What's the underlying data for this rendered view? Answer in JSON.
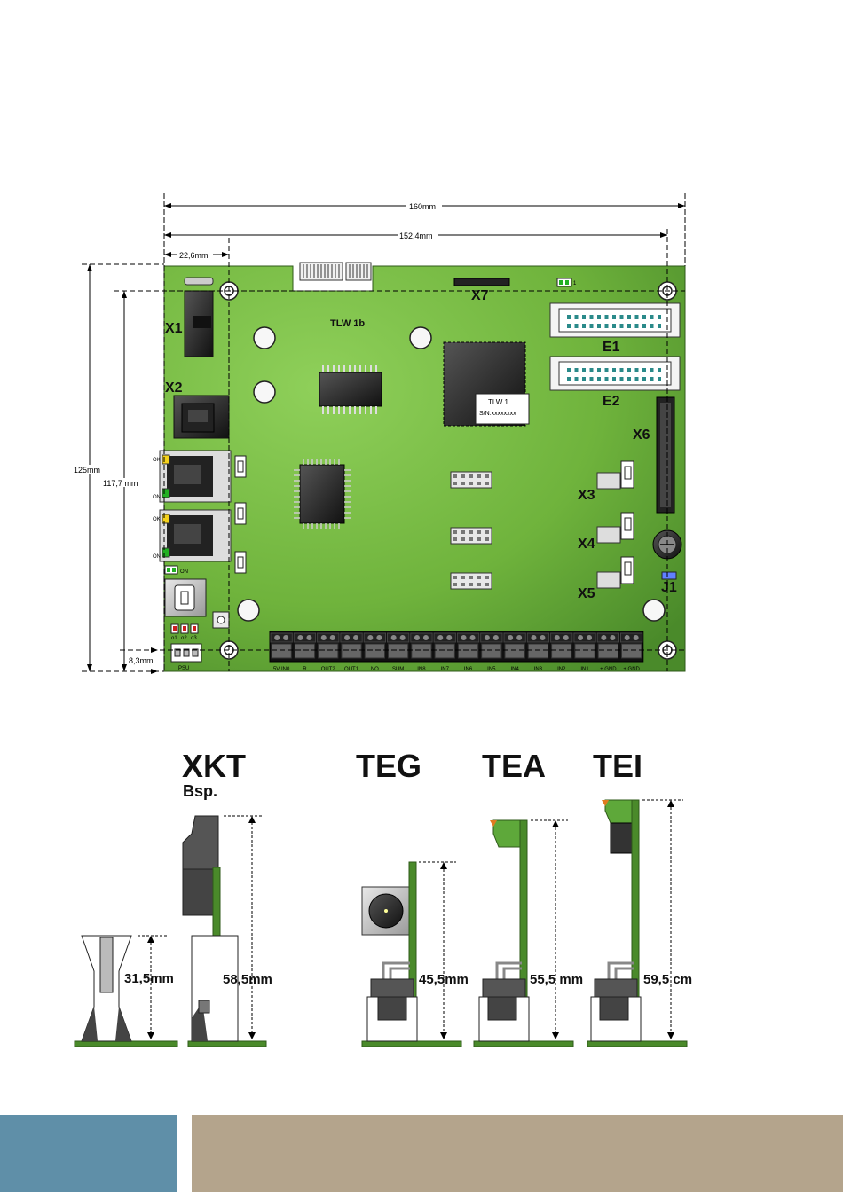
{
  "board": {
    "name": "TLW 1b",
    "chip_label_line1": "TLW 1",
    "chip_label_line2": "S/N:xxxxxxxx",
    "connectors": {
      "x1": "X1",
      "x2": "X2",
      "x3": "X3",
      "x4": "X4",
      "x5": "X5",
      "x6": "X6",
      "x7": "X7",
      "e1": "E1",
      "e2": "E2",
      "j1": "J1"
    },
    "psu_label": "PSU",
    "led_labels": [
      "o1",
      "o2",
      "o3"
    ],
    "rj_led_labels": [
      "OK",
      "ON",
      "OK",
      "ON"
    ],
    "green_led_label": "ON",
    "x7_led_label": "1",
    "terminal_labels": [
      "5V IN0",
      "R",
      "OUT2",
      "OUT1",
      "NO",
      "SUM",
      "IN8",
      "IN7",
      "IN6",
      "IN5",
      "IN4",
      "IN3",
      "IN2",
      "IN1",
      "+ GND",
      "+ GND"
    ]
  },
  "dimensions": {
    "width_total": "160mm",
    "width_holes": "152,4mm",
    "offset_left": "22,6mm",
    "height_total": "125mm",
    "height_holes": "117,7 mm",
    "offset_bottom": "8,3mm"
  },
  "side_views": {
    "xkt_title": "XKT",
    "xkt_subtitle": "Bsp.",
    "xkt_small_height": "31,5mm",
    "xkt_large_height": "58,5mm",
    "teg_title": "TEG",
    "teg_height": "45,5mm",
    "tea_title": "TEA",
    "tea_height": "55,5 mm",
    "tei_title": "TEI",
    "tei_height": "59,5 cm"
  },
  "colors": {
    "pcb_green": "#6fb33c",
    "footer_blue": "#5f8fa8",
    "footer_tan": "#b4a48c"
  }
}
